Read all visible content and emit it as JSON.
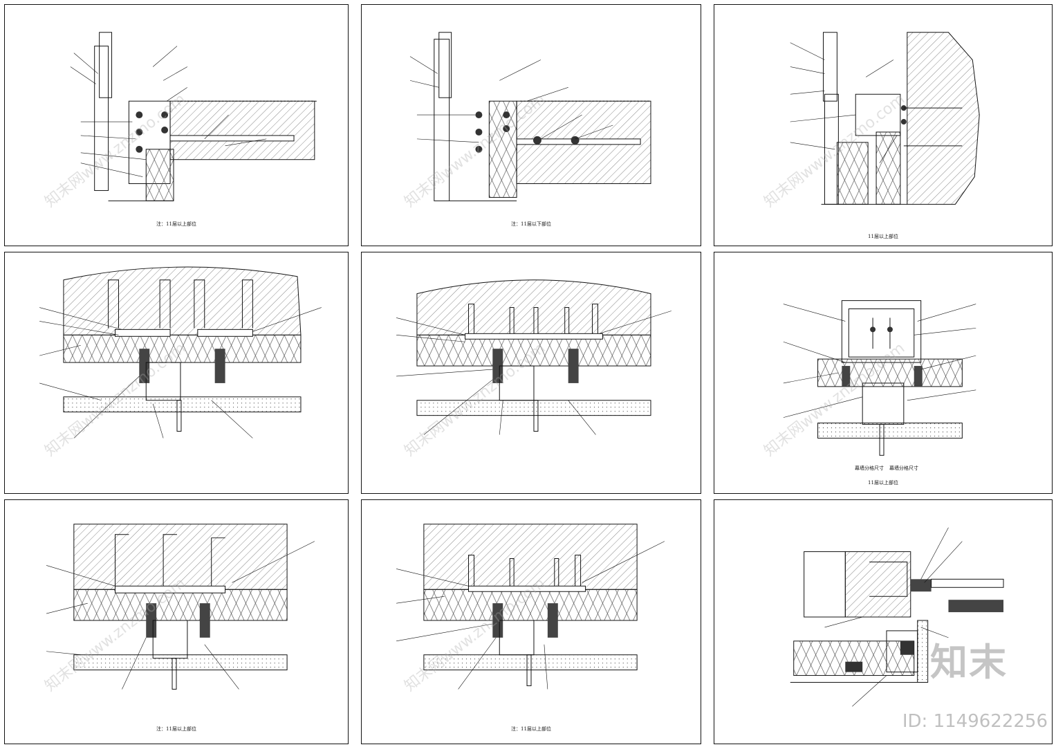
{
  "sheets": [
    {
      "caption": "注：11层以上部位"
    },
    {
      "caption": "注：11层以下部位"
    },
    {
      "caption": "11层以上部位"
    },
    {
      "caption": ""
    },
    {
      "caption": ""
    },
    {
      "caption": "11层以上部位"
    },
    {
      "caption": "注：11层以上部位"
    },
    {
      "caption": "注：11层以上部位"
    },
    {
      "caption": ""
    }
  ],
  "labels": {
    "sheet6_bottom_1": "幕墙分格尺寸",
    "sheet6_bottom_2": "幕墙分格尺寸"
  },
  "watermark": {
    "logo": "知末",
    "id": "ID: 1149622256",
    "diagonal": "知末网www.znzmo.com"
  },
  "colors": {
    "line": "#111111",
    "concrete_hatch": "#333333",
    "watermark": "#969696"
  }
}
